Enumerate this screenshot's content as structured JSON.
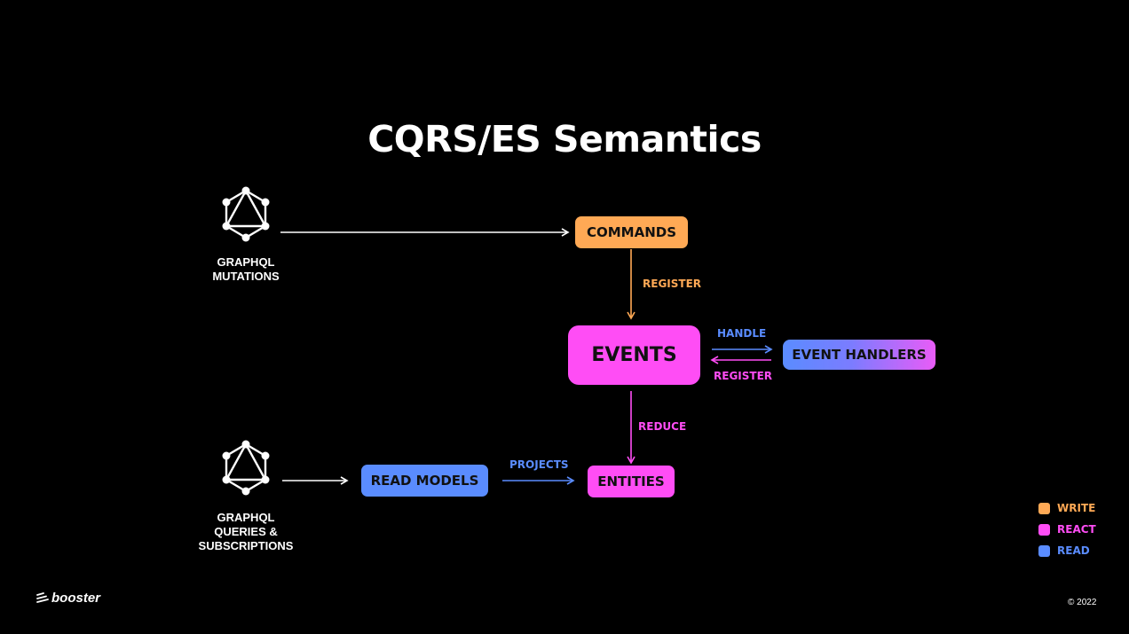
{
  "slide": {
    "title": "CQRS/ES Semantics",
    "copyright": "© 2022"
  },
  "brand": {
    "name": "booster"
  },
  "colors": {
    "write": "#ffa955",
    "react": "#ff4df5",
    "read": "#5a8cff"
  },
  "sources": {
    "mutations": {
      "icon": "graphql-icon",
      "line1": "GRAPHQL",
      "line2": "MUTATIONS"
    },
    "queries": {
      "icon": "graphql-icon",
      "line1": "GRAPHQL",
      "line2": "QUERIES &",
      "line3": "SUBSCRIPTIONS"
    }
  },
  "nodes": {
    "commands": "COMMANDS",
    "events": "EVENTS",
    "event_handlers": "EVENT HANDLERS",
    "read_models": "READ MODELS",
    "entities": "ENTITIES"
  },
  "edges": {
    "register_commands": "REGISTER",
    "handle": "HANDLE",
    "register_handlers": "REGISTER",
    "reduce": "REDUCE",
    "projects": "PROJECTS"
  },
  "legend": [
    {
      "label": "WRITE",
      "color": "#ffa955"
    },
    {
      "label": "REACT",
      "color": "#ff4df5"
    },
    {
      "label": "READ",
      "color": "#5a8cff"
    }
  ]
}
